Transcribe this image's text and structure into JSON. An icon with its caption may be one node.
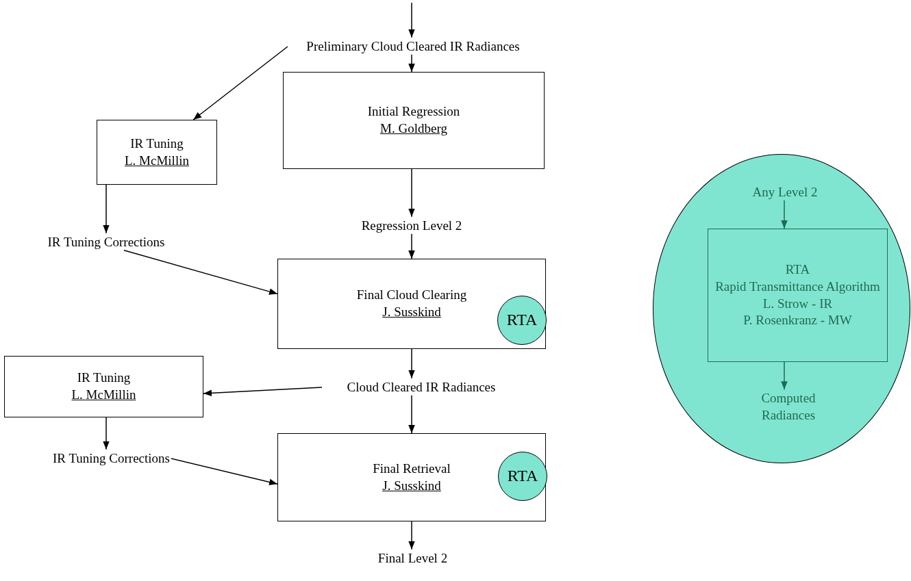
{
  "diagram": {
    "nodes": [
      {
        "text": [
          "Preliminary Cloud Cleared IR Radiances"
        ]
      },
      {
        "text": [
          "IR Tuning",
          "L.  McMillin"
        ]
      },
      {
        "text": [
          "Initial Regression",
          "M. Goldberg"
        ]
      },
      {
        "text": [
          "IR Tuning Corrections"
        ]
      },
      {
        "text": [
          "Regression Level 2"
        ]
      },
      {
        "text": [
          "Final Cloud Clearing",
          "J.  Susskind"
        ]
      },
      {
        "text": [
          "RTA"
        ],
        "in": 5
      },
      {
        "text": [
          "IR Tuning",
          "L.  McMillin"
        ]
      },
      {
        "text": [
          "Cloud Cleared IR Radiances"
        ]
      },
      {
        "text": [
          "IR Tuning Corrections"
        ]
      },
      {
        "text": [
          "Final Retrieval",
          "J.  Susskind"
        ]
      },
      {
        "text": [
          "RTA"
        ],
        "in": 10
      },
      {
        "text": [
          "Final Level 2"
        ]
      },
      {
        "text": [],
        "shape": "circle"
      },
      {
        "text": [
          "Any Level 2"
        ],
        "in": 13
      },
      {
        "text": [
          "RTA",
          "Rapid Transmittance Algorithm",
          "L. Strow - IR",
          "P. Rosenkranz - MW"
        ],
        "in": 13
      },
      {
        "text": [
          "Computed Radiances"
        ],
        "in": 13
      }
    ],
    "edges": [
      {
        "from": null,
        "to": 0,
        "arrow": "to"
      },
      {
        "from": 0,
        "to": 1,
        "arrow": "to"
      },
      {
        "from": 0,
        "to": 2,
        "arrow": "to"
      },
      {
        "from": 1,
        "to": 3,
        "arrow": "to"
      },
      {
        "from": 2,
        "to": 4,
        "arrow": "to"
      },
      {
        "from": 4,
        "to": 5,
        "arrow": "to"
      },
      {
        "from": 3,
        "to": 5,
        "arrow": "to"
      },
      {
        "from": 5,
        "to": 8,
        "arrow": "to"
      },
      {
        "from": 8,
        "to": 7,
        "arrow": "to"
      },
      {
        "from": 8,
        "to": 10,
        "arrow": "to"
      },
      {
        "from": 7,
        "to": 9,
        "arrow": "to"
      },
      {
        "from": 9,
        "to": 10,
        "arrow": "to"
      },
      {
        "from": 10,
        "to": 12,
        "arrow": "to"
      },
      {
        "from": 14,
        "to": 15,
        "arrow": "to",
        "color": "#1f6b52"
      },
      {
        "from": 15,
        "to": 16,
        "arrow": "to",
        "color": "#1f6b52"
      }
    ]
  }
}
